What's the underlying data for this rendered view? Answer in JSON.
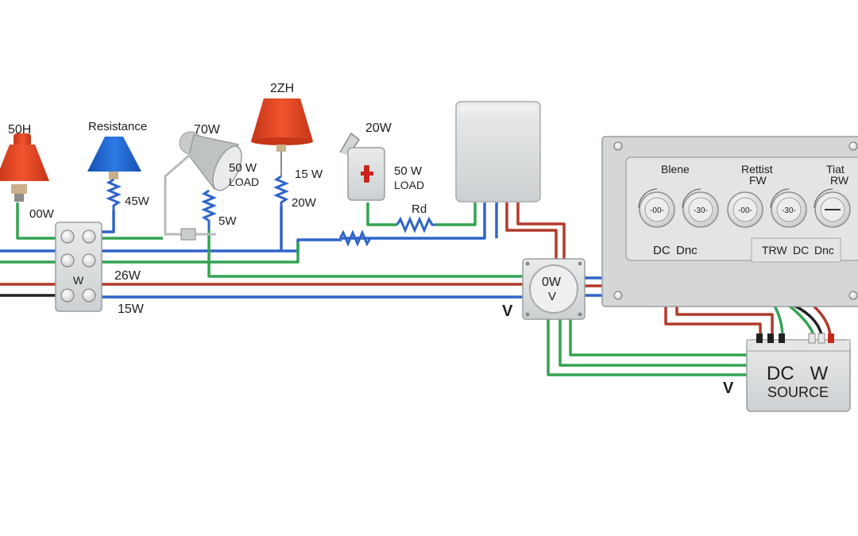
{
  "labels": {
    "lamp1_rating": "50H",
    "lamp2_label": "Resistance",
    "lamp2_rating": "45W",
    "spotlight_rating": "70W",
    "spotlight_load_top": "50 W",
    "spotlight_load_bottom": "LOAD",
    "spotlight_wire_rating": "5W",
    "pendant_rating": "2ZH",
    "pendant_r1": "15 W",
    "pendant_r2": "20W",
    "switch_rating": "20W",
    "switch_load_top": "50 W",
    "switch_load_bottom": "LOAD",
    "resistor_label": "Rd",
    "left_rating": "00W",
    "terminal_block": "W",
    "wire_26w": "26W",
    "wire_15w": "15W",
    "junction_top": "0W",
    "junction_bottom": "V",
    "v_left": "V",
    "v_bottom": "V",
    "panel_dial1": "Blene",
    "panel_dial2_top": "Rettist",
    "panel_dial2_bottom": "FW",
    "panel_dial3_top": "Tiat",
    "panel_dial3_bottom": "RW",
    "knob1": "-00-",
    "knob2": "-30-",
    "knob3": "-00-",
    "knob4": "-30-",
    "panel_dc": "DC",
    "panel_dnc": "Dnc",
    "panel_trw": "TRW",
    "panel_dc2": "DC",
    "panel_dnc2": "Dnc",
    "source_top": "DC   W",
    "source_bottom": "SOURCE"
  },
  "colors": {
    "wire_blue": "#2f64c8",
    "wire_green": "#33a352",
    "wire_red": "#b23a2a",
    "wire_black": "#222222",
    "lamp_red": "#e0431f",
    "lamp_blue": "#1f66d1",
    "panel_grey": "#d9dbdc"
  }
}
